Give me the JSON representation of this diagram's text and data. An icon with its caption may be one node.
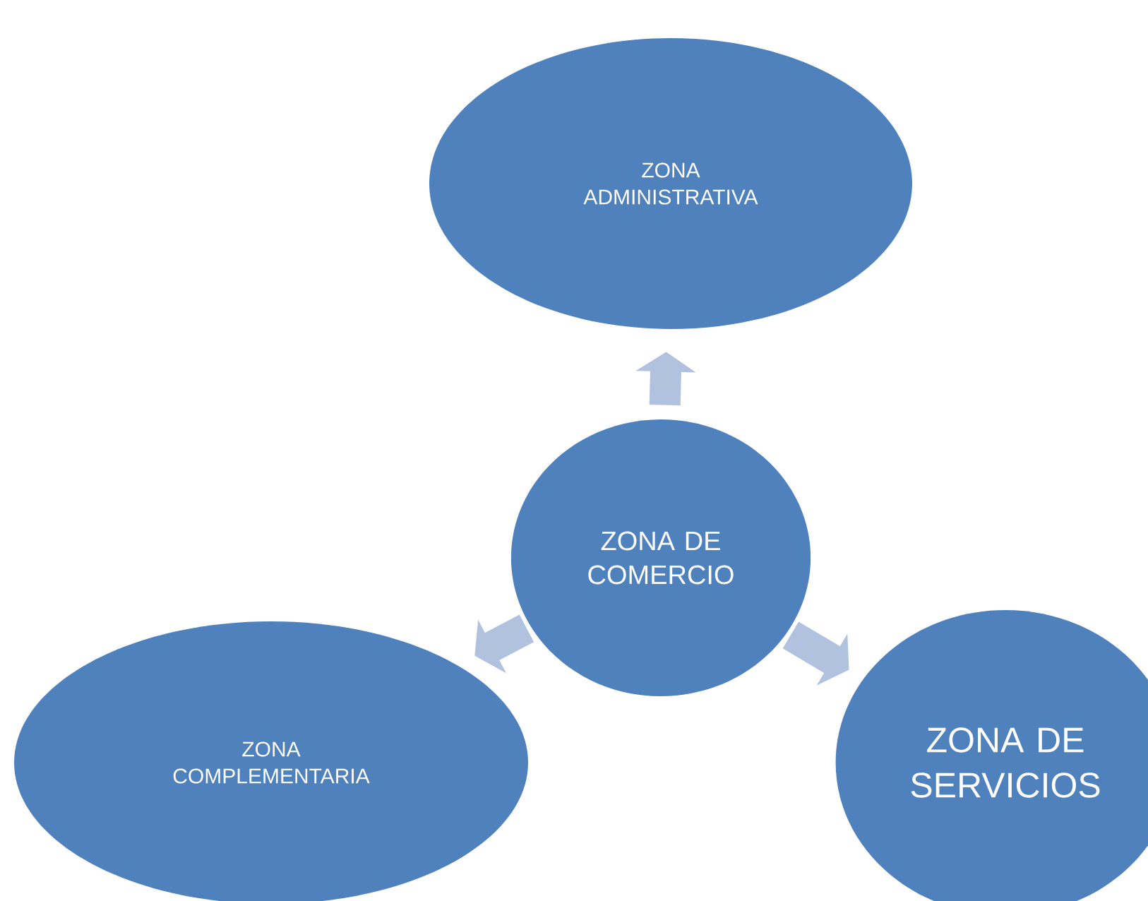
{
  "diagram": {
    "nodes": [
      {
        "text": [
          "ZONA ADMINISTRATIVA"
        ]
      },
      {
        "text": [
          "ZONA DE COMERCIO"
        ]
      },
      {
        "text": [
          "ZONA COMPLEMENTARIA"
        ]
      },
      {
        "text": [
          "ZONA DE SERVICIOS"
        ]
      }
    ],
    "edges": [
      {
        "from": 1,
        "to": 0,
        "arrow": "to"
      },
      {
        "from": 1,
        "to": 2,
        "arrow": "to"
      },
      {
        "from": 1,
        "to": 3,
        "arrow": "to"
      }
    ]
  }
}
